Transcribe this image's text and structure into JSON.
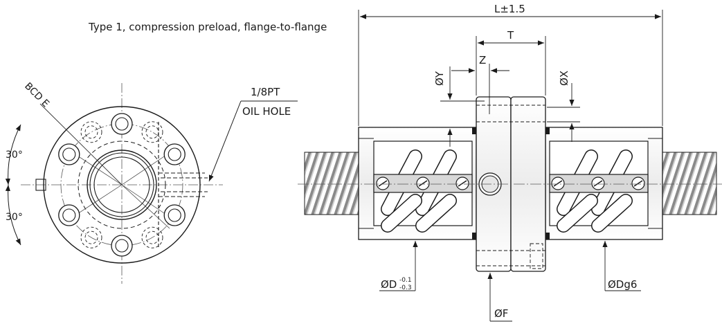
{
  "caption": "Type 1, compression preload, flange-to-flange",
  "front_view": {
    "bcd_label": "BCD E",
    "angle_top": "30°",
    "angle_bottom": "30°",
    "oil_hole_size": "1/8PT",
    "oil_hole_label": "OIL HOLE"
  },
  "side_view": {
    "length_label": "L±1.5",
    "t_label": "T",
    "z_label": "Z",
    "y_label": "ØY",
    "x_label": "ØX",
    "d_label": "ØD",
    "d_tol_upper": "-0.1",
    "d_tol_lower": "-0.3",
    "dg_label": "ØDg6",
    "f_label": "ØF"
  }
}
